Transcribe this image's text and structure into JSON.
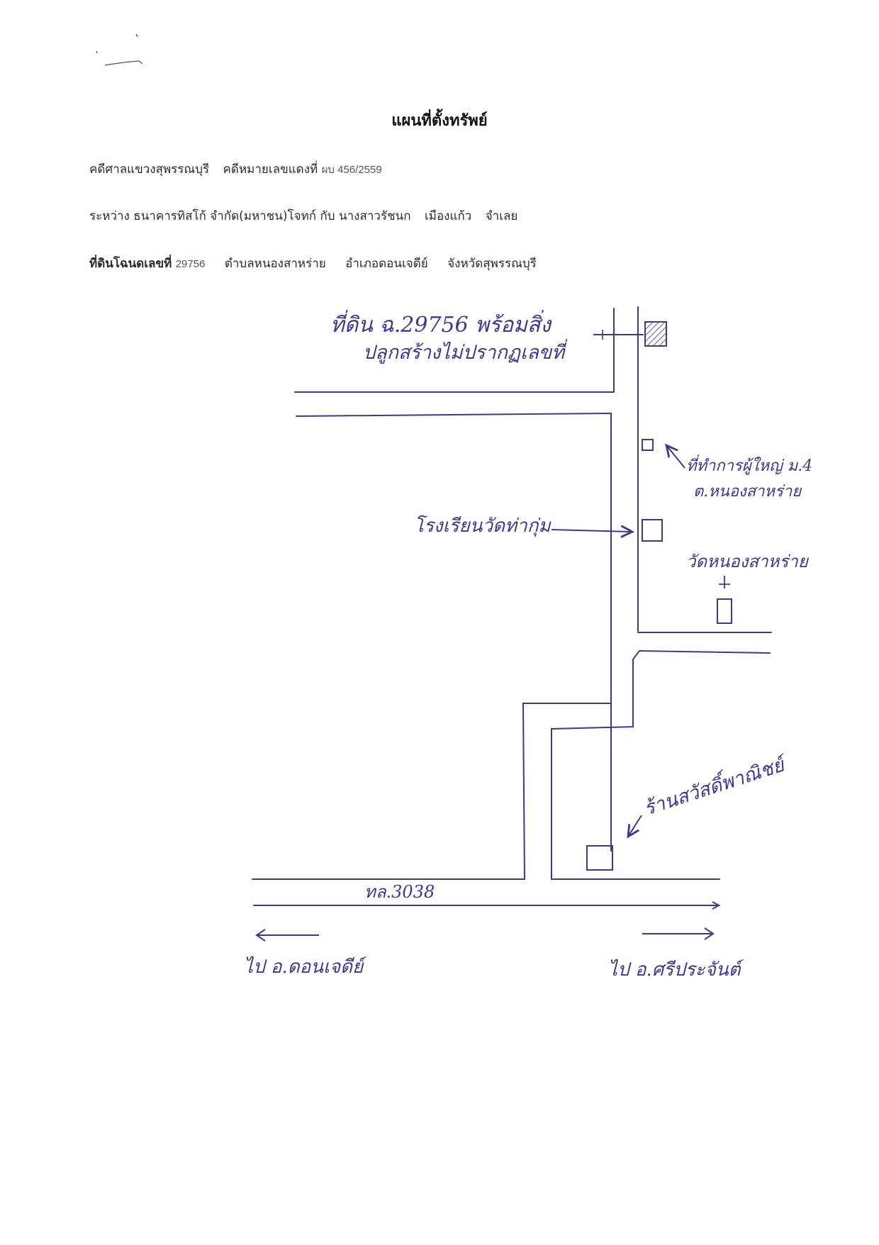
{
  "header": {
    "title": "แผนที่ตั้งทรัพย์",
    "court": "คดีศาลแขวงสุพรรณบุรี",
    "case_label": "คดีหมายเลขแดงที่",
    "case_number": "ผบ 456/2559",
    "between_label": "ระหว่าง",
    "plaintiff": "ธนาคารทิสโก้ จำกัด(มหาชน)โจทก์",
    "with_label": "กับ",
    "defendant": "นางสาวรัชนก",
    "defendant_surname": "เมืองแก้ว",
    "defendant_role": "จำเลย",
    "land_label": "ที่ดินโฉนดเลขที่",
    "deed_number": "29756",
    "subdistrict": "ตำบลหนองสาหร่าย",
    "district": "อำเภอดอนเจดีย์",
    "province": "จังหวัดสุพรรณบุรี"
  },
  "map": {
    "property_label_line1": "ที่ดิน ฉ.29756 พร้อมสิ่ง",
    "property_label_line2": "ปลูกสร้างไม่ปรากฏเลขที่",
    "health_center_line1": "ที่ทำการผู้ใหญ่ ม.4",
    "health_center_line2": "ต.หนองสาหร่าย",
    "school_label": "โรงเรียนวัดท่ากุ่ม",
    "temple_label": "วัดหนองสาหร่าย",
    "shop_label": "ร้านสวัสดิ์พาณิชย์",
    "highway_label": "ทล.3038",
    "left_direction": "ไป อ.ดอนเจดีย์",
    "right_direction": "ไป อ.ศรีประจันต์",
    "ink_color": "#3b3a8c"
  }
}
